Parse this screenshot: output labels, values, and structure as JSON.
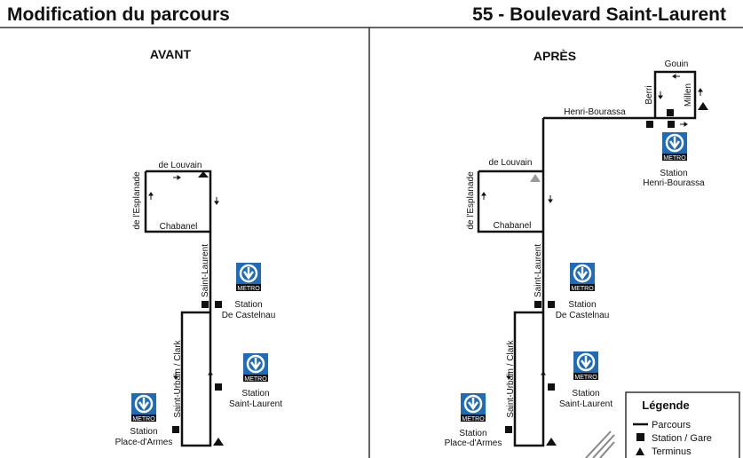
{
  "header": {
    "title": "Modification du parcours",
    "route": "55 - Boulevard Saint-Laurent"
  },
  "avant": {
    "heading": "AVANT",
    "streets": {
      "louvain": "de Louvain",
      "esplanade": "de l'Esplanade",
      "chabanel": "Chabanel",
      "saint_laurent": "Saint-Laurent",
      "saint_urbain": "Saint-Urbain / Clark"
    },
    "stations": [
      {
        "line1": "Station",
        "line2": "De Castelnau"
      },
      {
        "line1": "Station",
        "line2": "Saint-Laurent"
      },
      {
        "line1": "Station",
        "line2": "Place-d'Armes"
      }
    ]
  },
  "apres": {
    "heading": "APRÈS",
    "streets": {
      "louvain": "de Louvain",
      "esplanade": "de l'Esplanade",
      "chabanel": "Chabanel",
      "saint_laurent": "Saint-Laurent",
      "saint_urbain": "Saint-Urbain / Clark",
      "henri": "Henri-Bourassa",
      "gouin": "Gouin",
      "berri": "Berri",
      "millen": "Millen"
    },
    "stations": [
      {
        "line1": "Station",
        "line2": "Henri-Bourassa"
      },
      {
        "line1": "Station",
        "line2": "De Castelnau"
      },
      {
        "line1": "Station",
        "line2": "Saint-Laurent"
      },
      {
        "line1": "Station",
        "line2": "Place-d'Armes"
      }
    ]
  },
  "metro_label": "METRO",
  "legend": {
    "title": "Légende",
    "route": "Parcours",
    "station": "Station / Gare",
    "terminus": "Terminus"
  },
  "colors": {
    "metro": "#1f6bb5",
    "route": "#111111"
  }
}
